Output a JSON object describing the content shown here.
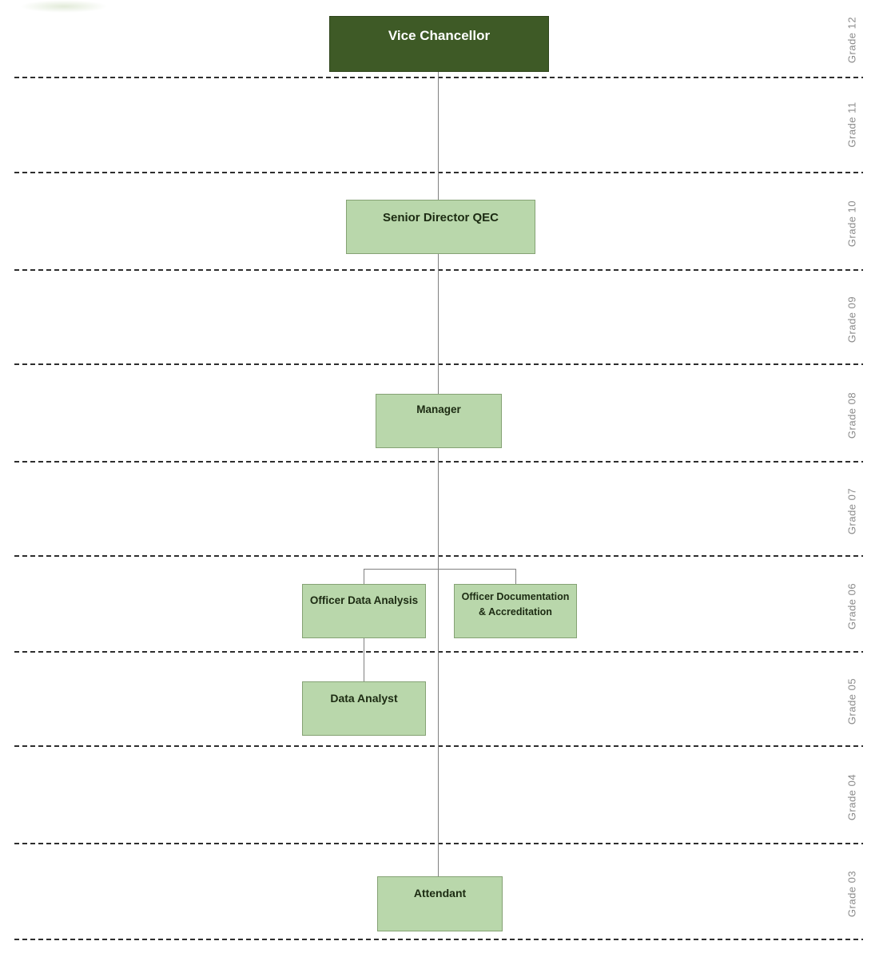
{
  "org_chart": {
    "nodes": [
      {
        "id": "vice-chancellor",
        "label": "Vice Chancellor",
        "grade": "Grade 12",
        "variant": "dark"
      },
      {
        "id": "senior-director-qec",
        "label": "Senior Director QEC",
        "grade": "Grade 10",
        "variant": "light"
      },
      {
        "id": "manager",
        "label": "Manager",
        "grade": "Grade 08",
        "variant": "light"
      },
      {
        "id": "officer-data-analysis",
        "label": "Officer Data Analysis",
        "grade": "Grade 06",
        "variant": "light"
      },
      {
        "id": "officer-documentation-accreditation",
        "label": "Officer Documentation & Accreditation",
        "grade": "Grade 06",
        "variant": "light"
      },
      {
        "id": "data-analyst",
        "label": "Data Analyst",
        "grade": "Grade 05",
        "variant": "light"
      },
      {
        "id": "attendant",
        "label": "Attendant",
        "grade": "Grade 03",
        "variant": "light"
      }
    ],
    "edges": [
      {
        "from": "vice-chancellor",
        "to": "senior-director-qec"
      },
      {
        "from": "senior-director-qec",
        "to": "manager"
      },
      {
        "from": "manager",
        "to": "officer-data-analysis"
      },
      {
        "from": "manager",
        "to": "officer-documentation-accreditation"
      },
      {
        "from": "officer-data-analysis",
        "to": "data-analyst"
      },
      {
        "from": "manager",
        "to": "attendant"
      }
    ]
  },
  "grade_scale": [
    "Grade 12",
    "Grade 11",
    "Grade 10",
    "Grade 09",
    "Grade 08",
    "Grade 07",
    "Grade 06",
    "Grade 05",
    "Grade 04",
    "Grade 03"
  ],
  "colors": {
    "dark_node_fill": "#3E5A26",
    "dark_node_border": "#2E441B",
    "light_node_fill": "#B9D7AB",
    "light_node_border": "#85A274",
    "node_text_on_light": "#1C2B12",
    "node_text_on_dark": "#FFFFFF",
    "connector_line": "#808080",
    "grade_label_text": "#8C8C8C",
    "divider_line": "#2E2E2E"
  }
}
